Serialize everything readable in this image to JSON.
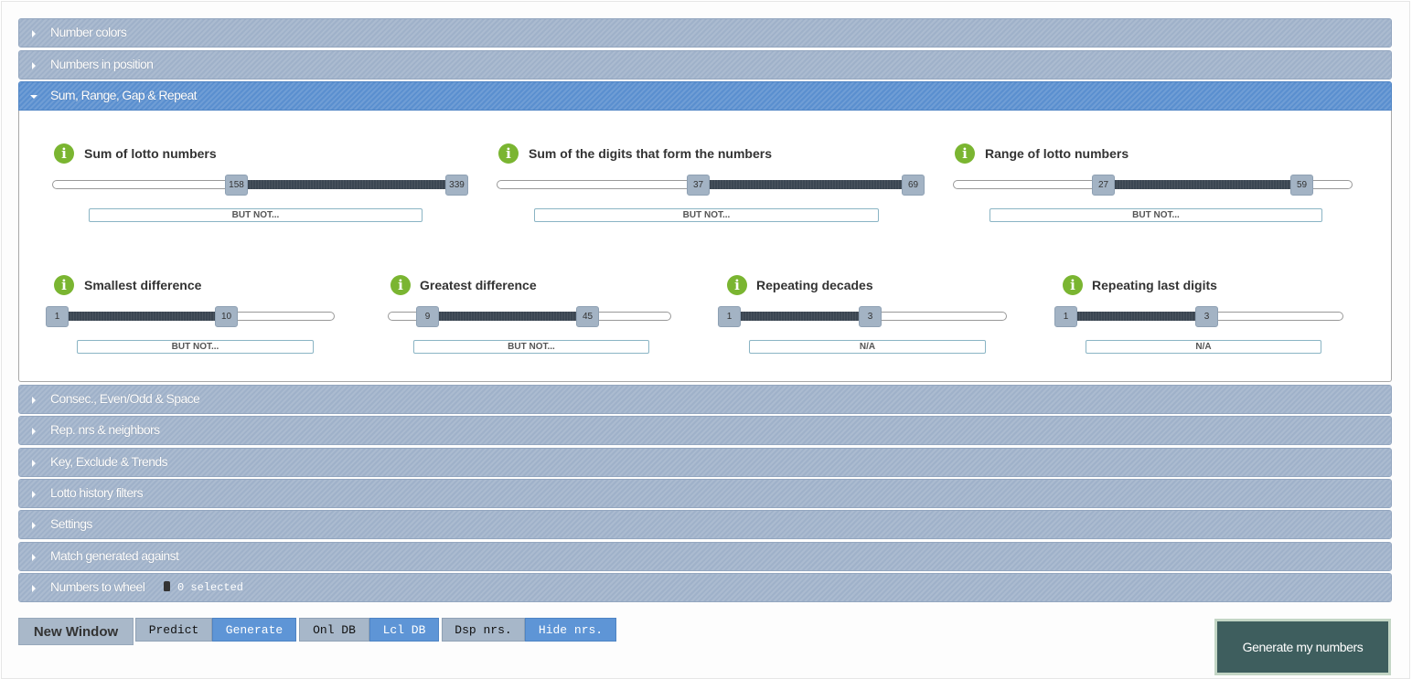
{
  "accordion": {
    "number_colors": "Number colors",
    "numbers_in_position": "Numbers in position",
    "sum_range_gap_repeat": "Sum, Range, Gap & Repeat",
    "consec_even_odd_space": "Consec., Even/Odd & Space",
    "rep_nrs_neighbors": "Rep. nrs & neighbors",
    "key_exclude_trends": "Key, Exclude & Trends",
    "lotto_history_filters": "Lotto history filters",
    "settings": "Settings",
    "match_generated_against": "Match generated against",
    "numbers_to_wheel": "Numbers to wheel",
    "numbers_to_wheel_selected": "0 selected"
  },
  "filters": {
    "info_glyph": "i",
    "sum_of_lotto_numbers": {
      "label": "Sum of lotto numbers",
      "low": "158",
      "high": "339",
      "exception": "BUT NOT..."
    },
    "sum_of_digits": {
      "label": "Sum of the digits that form the numbers",
      "low": "37",
      "high": "69",
      "exception": "BUT NOT..."
    },
    "range_of_lotto_numbers": {
      "label": "Range of lotto numbers",
      "low": "27",
      "high": "59",
      "exception": "BUT NOT..."
    },
    "smallest_difference": {
      "label": "Smallest difference",
      "low": "1",
      "high": "10",
      "exception": "BUT NOT..."
    },
    "greatest_difference": {
      "label": "Greatest difference",
      "low": "9",
      "high": "45",
      "exception": "BUT NOT..."
    },
    "repeating_decades": {
      "label": "Repeating decades",
      "low": "1",
      "high": "3",
      "exception": "N/A"
    },
    "repeating_last_digits": {
      "label": "Repeating last digits",
      "low": "1",
      "high": "3",
      "exception": "N/A"
    }
  },
  "toolbar": {
    "new_window": "New Window",
    "predict": "Predict",
    "generate": "Generate",
    "onl_db": "Onl DB",
    "lcl_db": "Lcl DB",
    "dsp_nrs": "Dsp nrs.",
    "hide_nrs": "Hide nrs.",
    "generate_my_numbers": "Generate my numbers"
  },
  "colors": {
    "accordion_collapsed": "#9fb1c9",
    "accordion_open": "#5a8fcf",
    "info_icon": "#7ab531",
    "slider_fill": "#3b4652",
    "generate_button": "#3e5e5e"
  }
}
